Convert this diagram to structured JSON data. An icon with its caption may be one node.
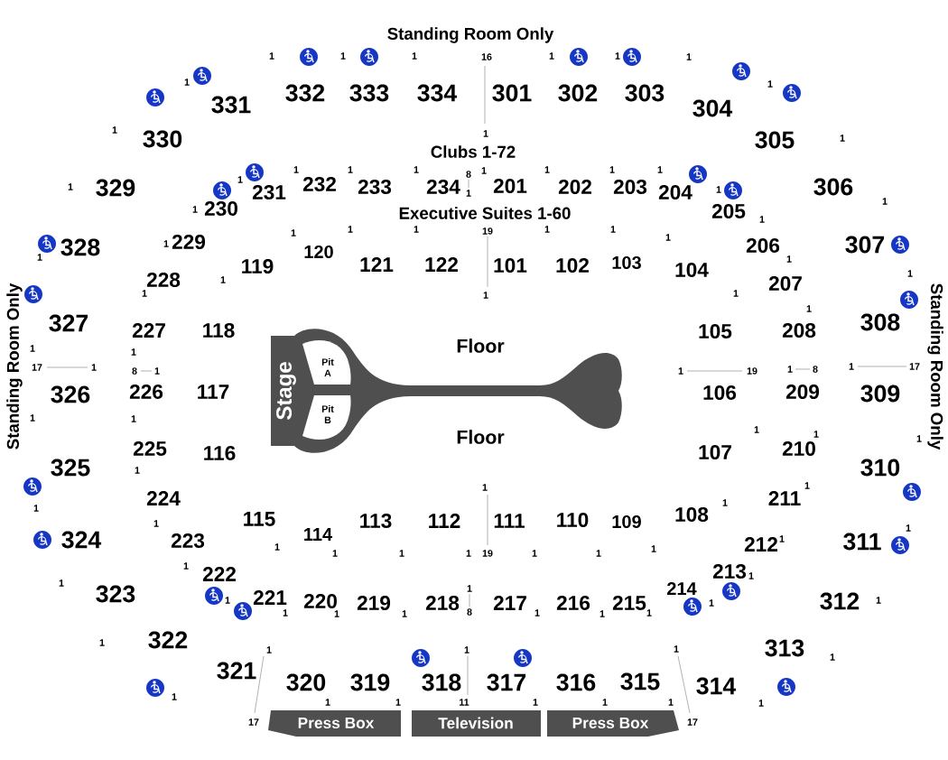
{
  "diagram": {
    "nodes": [
      {
        "text": [
          "Stage"
        ]
      },
      {
        "text": [
          "Pit A"
        ],
        "in": 0
      },
      {
        "text": [
          "Pit B"
        ],
        "in": 0
      },
      {
        "text": [
          "Press Box"
        ]
      },
      {
        "text": [
          "Television"
        ]
      },
      {
        "text": [
          "Press Box"
        ]
      }
    ],
    "labels": [
      "Standing Room Only",
      "1",
      "1",
      "1",
      "16",
      "1",
      "1",
      "1",
      "1",
      "1",
      "332",
      "333",
      "334",
      "301",
      "302",
      "303",
      "331",
      "304",
      "1",
      "1",
      "330",
      "305",
      "1",
      "Clubs 1-72",
      "1",
      "329",
      "1",
      "231",
      "1",
      "232",
      "1",
      "233",
      "1",
      "234",
      "8",
      "1",
      "1",
      "201",
      "1",
      "202",
      "1",
      "203",
      "1",
      "204",
      "1",
      "306",
      "1",
      "230",
      "Executive Suites 1-60",
      "205",
      "1",
      "1",
      "1",
      "1",
      "1",
      "19",
      "1",
      "1",
      "1",
      "328",
      "1",
      "229",
      "120",
      "206",
      "307",
      "1",
      "119",
      "121",
      "122",
      "101",
      "102",
      "103",
      "104",
      "1",
      "1",
      "228",
      "1",
      "207",
      "1",
      "1",
      "1",
      "1",
      "Standing Room Only",
      "Standing Room Only",
      "327",
      "227",
      "118",
      "105",
      "208",
      "308",
      "Floor",
      "1",
      "1",
      "17",
      "1",
      "8",
      "1",
      "1",
      "19",
      "1",
      "8",
      "1",
      "17",
      "326",
      "226",
      "117",
      "106",
      "209",
      "309",
      "1",
      "1",
      "1",
      "1",
      "1",
      "Floor",
      "225",
      "116",
      "107",
      "210",
      "325",
      "310",
      "1",
      "1",
      "211",
      "1",
      "224",
      "1",
      "1",
      "115",
      "113",
      "112",
      "111",
      "110",
      "109",
      "108",
      "1",
      "114",
      "324",
      "223",
      "212",
      "1",
      "311",
      "1",
      "1",
      "1",
      "1",
      "1",
      "19",
      "1",
      "1",
      "1",
      "1",
      "222",
      "213",
      "1",
      "1",
      "8",
      "1",
      "323",
      "214",
      "221",
      "220",
      "219",
      "218",
      "217",
      "216",
      "215",
      "1",
      "1",
      "1",
      "1",
      "1",
      "1",
      "1",
      "1",
      "312",
      "1",
      "1",
      "322",
      "1",
      "1",
      "1",
      "313",
      "1",
      "321",
      "320",
      "319",
      "318",
      "317",
      "316",
      "315",
      "314",
      "1",
      "1",
      "1",
      "11",
      "1",
      "1",
      "1",
      "1",
      "17",
      "17"
    ]
  }
}
